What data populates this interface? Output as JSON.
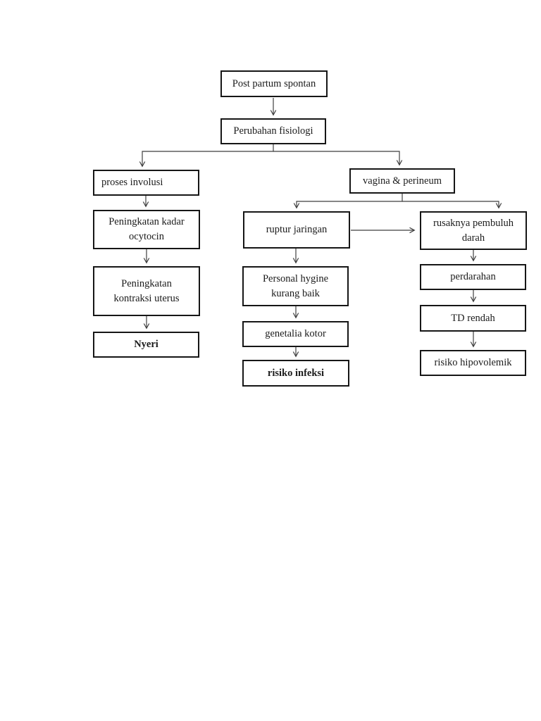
{
  "page": {
    "background": "#ffffff"
  },
  "diagram": {
    "type": "flowchart",
    "colors": {
      "box_border": "#161616",
      "connector": "#3f3f3f",
      "text": "#1b1b1b",
      "background": "#ffffff"
    },
    "nodes": {
      "post_partum": {
        "label": "Post partum spontan"
      },
      "perubahan": {
        "label": "Perubahan fisiologi"
      },
      "proses": {
        "label": "proses involusi"
      },
      "vagina": {
        "label": "vagina & perineum"
      },
      "kadar": {
        "label": "Peningkatan kadar ocytocin",
        "lines": [
          "Peningkatan kadar",
          "ocytocin"
        ]
      },
      "ruptur": {
        "label": "ruptur jaringan"
      },
      "rusaknya": {
        "label": "rusaknya pembuluh darah",
        "lines": [
          "rusaknya pembuluh",
          "darah"
        ]
      },
      "kontraksi": {
        "label": "Peningkatan kontraksi uterus",
        "lines": [
          "Peningkatan",
          "kontraksi uterus"
        ]
      },
      "hygine": {
        "label": "Personal hygine kurang baik",
        "lines": [
          "Personal hygine",
          "kurang baik"
        ]
      },
      "perdarahan": {
        "label": "perdarahan"
      },
      "genetalia": {
        "label": "genetalia kotor"
      },
      "td_rendah": {
        "label": "TD rendah"
      },
      "nyeri": {
        "label": "Nyeri",
        "emphasis": "bold"
      },
      "infeksi": {
        "label": "risiko infeksi",
        "emphasis": "bold"
      },
      "hipovolemik": {
        "label": "risiko hipovolemik"
      }
    },
    "edges": [
      {
        "from": "Post partum spontan",
        "to": "Perubahan fisiologi"
      },
      {
        "from": "Perubahan fisiologi",
        "to": "proses involusi"
      },
      {
        "from": "Perubahan fisiologi",
        "to": "vagina & perineum"
      },
      {
        "from": "proses involusi",
        "to": "Peningkatan kadar ocytocin"
      },
      {
        "from": "Peningkatan kadar ocytocin",
        "to": "Peningkatan kontraksi uterus"
      },
      {
        "from": "Peningkatan kontraksi uterus",
        "to": "Nyeri"
      },
      {
        "from": "vagina & perineum",
        "to": "ruptur jaringan"
      },
      {
        "from": "vagina & perineum",
        "to": "rusaknya pembuluh darah"
      },
      {
        "from": "ruptur jaringan",
        "to": "rusaknya pembuluh darah"
      },
      {
        "from": "ruptur jaringan",
        "to": "Personal hygine kurang baik"
      },
      {
        "from": "Personal hygine kurang baik",
        "to": "genetalia kotor"
      },
      {
        "from": "genetalia kotor",
        "to": "risiko infeksi"
      },
      {
        "from": "rusaknya pembuluh darah",
        "to": "perdarahan"
      },
      {
        "from": "perdarahan",
        "to": "TD rendah"
      },
      {
        "from": "TD rendah",
        "to": "risiko hipovolemik"
      }
    ]
  }
}
